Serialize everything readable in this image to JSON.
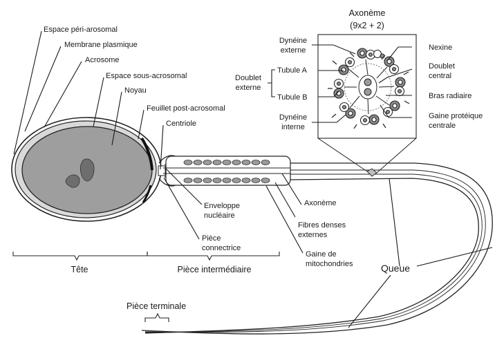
{
  "axoneme_title": "Axonème",
  "axoneme_formula": "(9x2 + 2)",
  "labels": {
    "espace_peri": "Espace péri-arosomal",
    "membrane": "Membrane plasmique",
    "acrosome": "Acrosome",
    "espace_sous": "Espace sous-acrosomal",
    "noyau": "Noyau",
    "feuillet": "Feuillet post-acrosomal",
    "centriole": "Centriole",
    "enveloppe_1": "Enveloppe",
    "enveloppe_2": "nucléaire",
    "piece_conn_1": "Pièce",
    "piece_conn_2": "connectrice",
    "axoneme": "Axonème",
    "fibres_1": "Fibres denses",
    "fibres_2": "externes",
    "gaine_mito_1": "Gaine de",
    "gaine_mito_2": "mitochondries",
    "queue": "Queue",
    "piece_terminale": "Pièce terminale",
    "tete": "Tête",
    "piece_inter": "Pièce intermédiaire",
    "dyneine_ext_1": "Dynéine",
    "dyneine_ext_2": "externe",
    "doublet_ext_1": "Doublet",
    "doublet_ext_2": "externe",
    "tubule_a": "Tubule A",
    "tubule_b": "Tubule B",
    "dyneine_int_1": "Dynéine",
    "dyneine_int_2": "interne",
    "nexine": "Nexine",
    "doublet_central_1": "Doublet",
    "doublet_central_2": "central",
    "bras_radiaire": "Bras radiaire",
    "gaine_prot_1": "Gaine protéique",
    "gaine_prot_2": "centrale"
  }
}
